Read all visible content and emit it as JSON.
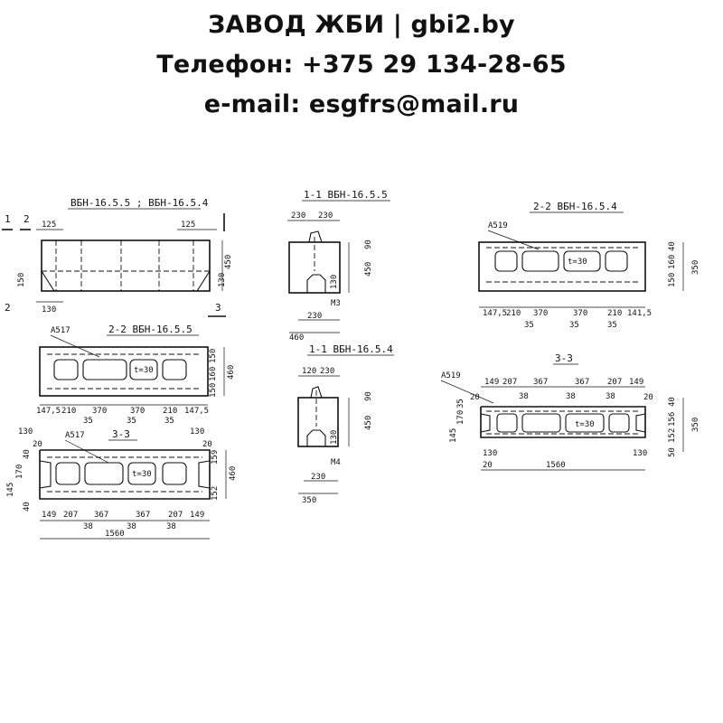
{
  "header": {
    "line1": "ЗАВОД ЖБИ | gbi2.by",
    "line2": "Телефон: +375 29 134-28-65",
    "line3": "e-mail: esgfrs@mail.ru"
  },
  "views": {
    "front_title": "ВБН-16.5.5 ; ВБН-16.5.4",
    "sec1_top_title": "1-1  ВБН-16.5.5",
    "sec1_bot_title": "1-1  ВБН-16.5.4",
    "sec22_left_title": "2-2  ВБН-16.5.5",
    "sec22_right_title": "2-2  ВБН-16.5.4",
    "sec33_left_title": "3-3",
    "sec33_right_title": "3-3",
    "mark_left_1": "1",
    "mark_left_2": "2",
    "mark_right_3": "3",
    "rebar_ab17": "А517",
    "rebar_ab19": "А519",
    "rebar_m3": "М3",
    "rebar_m4": "М4",
    "t30": "t=30"
  },
  "dims": {
    "d125": "125",
    "d130": "130",
    "d450": "450",
    "d460": "460",
    "d350": "350",
    "d230": "230",
    "d120": "120",
    "d90": "90",
    "d150": "150",
    "d160": "160",
    "d147_5": "147,5",
    "d141_5": "141,5",
    "d210": "210",
    "d370": "370",
    "d35": "35",
    "d149": "149",
    "d207": "207",
    "d367": "367",
    "d38": "38",
    "d20": "20",
    "d1560": "1560",
    "d152": "152",
    "d159": "159",
    "d145": "145",
    "d170": "170",
    "d40": "40",
    "d50": "50",
    "d156": "156"
  }
}
